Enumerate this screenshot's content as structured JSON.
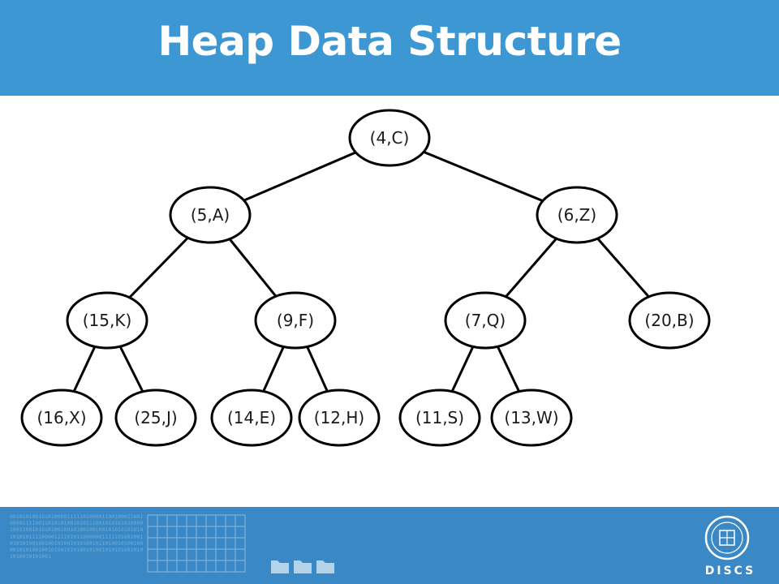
{
  "slide": {
    "title": "Heap Data Structure"
  },
  "tree": {
    "nodes": [
      {
        "id": "n1",
        "label": "(4,C)"
      },
      {
        "id": "n2",
        "label": "(5,A)"
      },
      {
        "id": "n3",
        "label": "(6,Z)"
      },
      {
        "id": "n4",
        "label": "(15,K)"
      },
      {
        "id": "n5",
        "label": "(9,F)"
      },
      {
        "id": "n6",
        "label": "(7,Q)"
      },
      {
        "id": "n7",
        "label": "(20,B)"
      },
      {
        "id": "n8",
        "label": "(16,X)"
      },
      {
        "id": "n9",
        "label": "(25,J)"
      },
      {
        "id": "n10",
        "label": "(14,E)"
      },
      {
        "id": "n11",
        "label": "(12,H)"
      },
      {
        "id": "n12",
        "label": "(11,S)"
      },
      {
        "id": "n13",
        "label": "(13,W)"
      }
    ],
    "edges": [
      [
        "n1",
        "n2"
      ],
      [
        "n1",
        "n3"
      ],
      [
        "n2",
        "n4"
      ],
      [
        "n2",
        "n5"
      ],
      [
        "n3",
        "n6"
      ],
      [
        "n3",
        "n7"
      ],
      [
        "n4",
        "n8"
      ],
      [
        "n4",
        "n9"
      ],
      [
        "n5",
        "n10"
      ],
      [
        "n5",
        "n11"
      ],
      [
        "n6",
        "n12"
      ],
      [
        "n6",
        "n13"
      ]
    ]
  },
  "footer": {
    "brand": "DISCS",
    "binary": "0010101001010100001111101000011001000110010000111100110101010010101110010101010100001001100101010100100101001001001010101010101010101111000011110101100000011111010010010101010010010010100101010010110100101001000010101001001010010101001010010101010010101010010101001",
    "colors": {
      "header": "#3d97d2",
      "footer": "#3a89c6",
      "node_stroke": "#000000"
    }
  }
}
